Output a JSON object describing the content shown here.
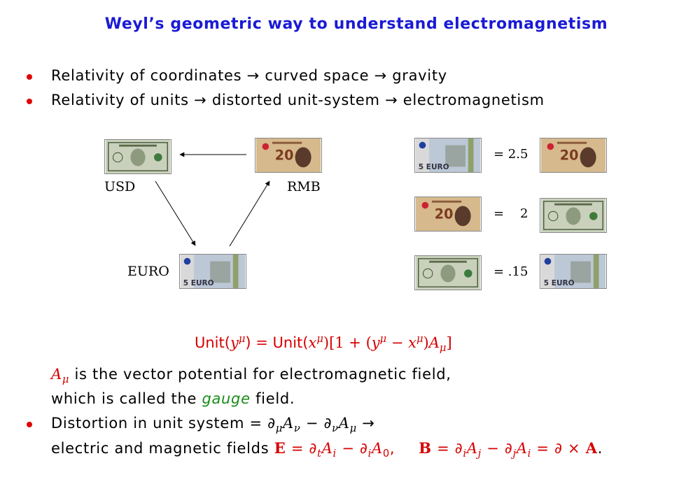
{
  "title": "Weyl’s geometric way to understand electromagnetism",
  "bullets_top": [
    "Relativity of coordinates → curved space → gravity",
    "Relativity of units → distorted unit-system → electromagnetism"
  ],
  "diagram": {
    "usd": "USD",
    "rmb": "RMB",
    "euro": "EURO"
  },
  "exchange": [
    "= 2.5",
    "=    2",
    "= .15"
  ],
  "colors": {
    "title": "#1a1ad6",
    "bullet": "#e00000",
    "formula": "#d60000",
    "gauge": "#1a8c1a",
    "usd_note": "#c9d1bd",
    "rmb_note": "#d6b98c",
    "euro_note": "#bcc8d6"
  },
  "formula": {
    "unit1": "Unit(",
    "y": "y",
    "mu": "μ",
    "close": ")",
    "eq": " = ",
    "unit2": "Unit(",
    "x": "x",
    "bracket": ")[1 + (",
    "minus": " − ",
    "close2": ")",
    "A": "A",
    "end": "]"
  },
  "para": {
    "A": "A",
    "mu": "μ",
    "line1_rest": " is the vector potential for electromagnetic field,",
    "line2_a": "which is called the ",
    "gauge": "gauge",
    "line2_b": " field.",
    "line3": "Distortion in unit system = ∂",
    "line3_sub1": "μ",
    "line3_A": "A",
    "line3_sub2": "ν",
    "line3_minus": " − ∂",
    "line3_sub3": "ν",
    "line3_A2": "A",
    "line3_sub4": "μ",
    "line3_arrow": " →",
    "line4_text": "electric and magnetic fields ",
    "E": "E",
    "E_eq": " = ∂",
    "t": "t",
    "Ai": "A",
    "i": "i",
    "E_minus": " − ∂",
    "A0": "A",
    "zero": "0",
    "comma": ",",
    "B": "B",
    "B_eq": " = ∂",
    "Aj": "A",
    "j": "j",
    "B_minus": " − ∂",
    "curl": " = ∂ × ",
    "Abold": "A",
    "period": "."
  }
}
